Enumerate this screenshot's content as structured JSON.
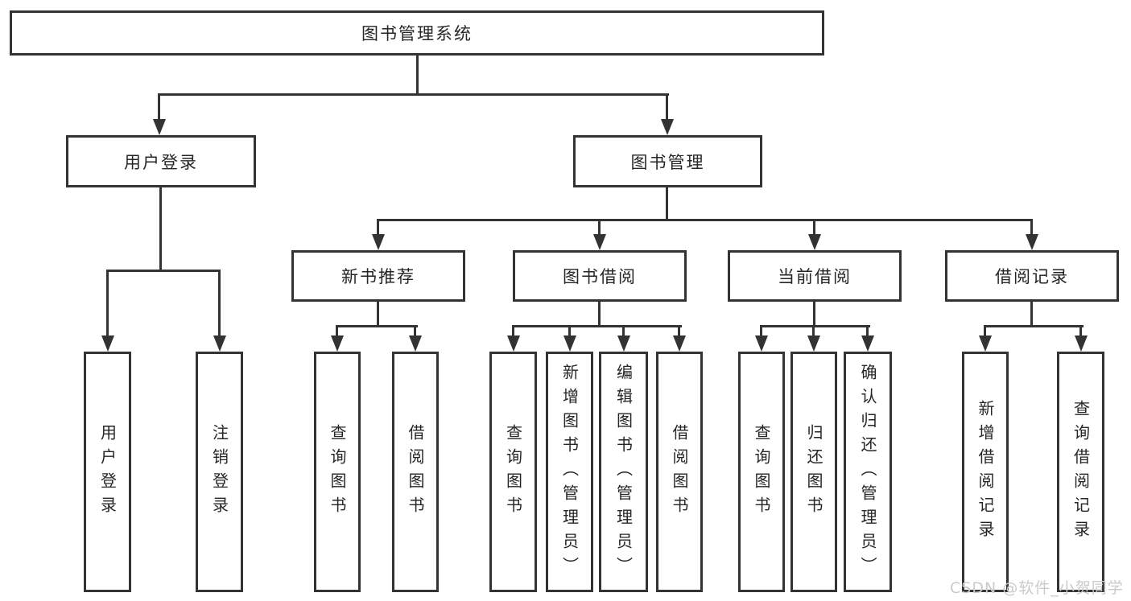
{
  "diagram_title": "图书管理系统",
  "watermark": {
    "text": "CSDN @软件_小贺同学"
  },
  "colors": {
    "background": "#ffffff",
    "line": "#333333",
    "box_border": "#333333",
    "text": "#262626",
    "watermark": "#c9cacb"
  },
  "tree": {
    "label": "图书管理系统",
    "children": [
      {
        "label": "用户登录",
        "children": [
          {
            "label": "用户登录"
          },
          {
            "label": "注销登录"
          }
        ]
      },
      {
        "label": "图书管理",
        "children": [
          {
            "label": "新书推荐",
            "children": [
              {
                "label": "查询图书"
              },
              {
                "label": "借阅图书"
              }
            ]
          },
          {
            "label": "图书借阅",
            "children": [
              {
                "label": "查询图书"
              },
              {
                "label": "新增图书（管理员）"
              },
              {
                "label": "编辑图书（管理员）"
              },
              {
                "label": "借阅图书"
              }
            ]
          },
          {
            "label": "当前借阅",
            "children": [
              {
                "label": "查询图书"
              },
              {
                "label": "归还图书"
              },
              {
                "label": "确认归还（管理员）"
              }
            ]
          },
          {
            "label": "借阅记录",
            "children": [
              {
                "label": "新增借阅记录"
              },
              {
                "label": "查询借阅记录"
              }
            ]
          }
        ]
      }
    ]
  }
}
